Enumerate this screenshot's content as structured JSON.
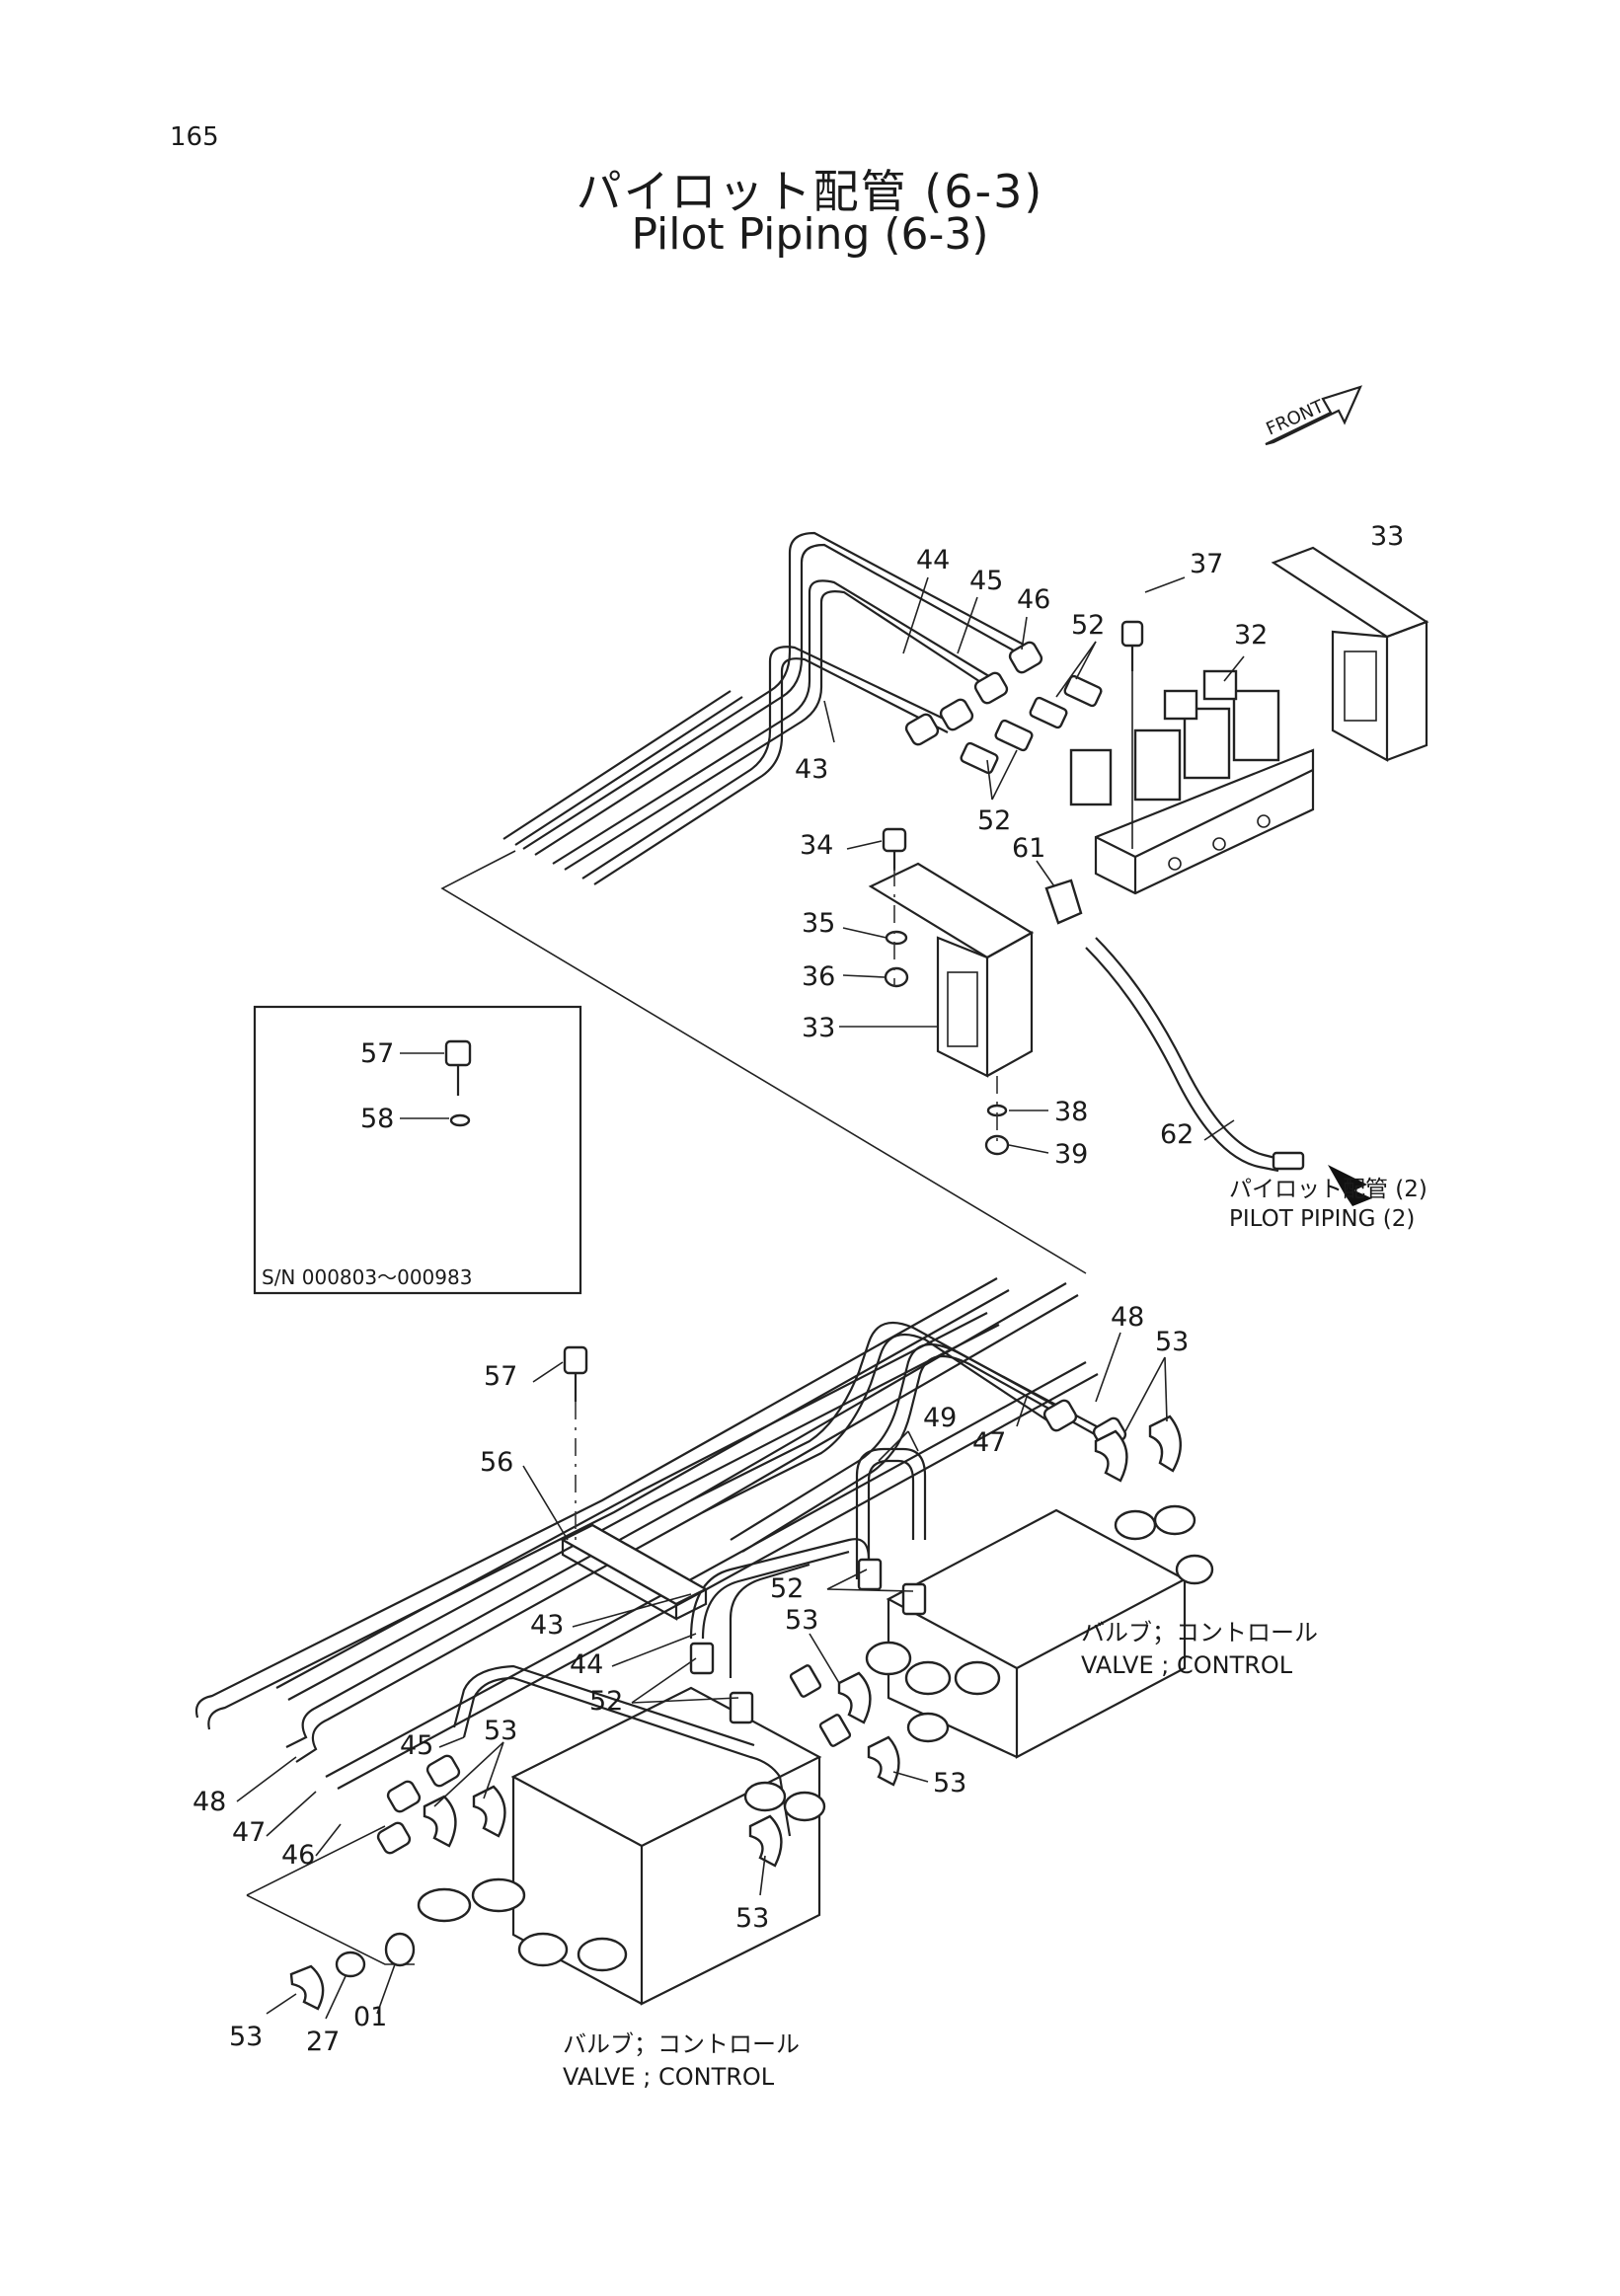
{
  "page_number": "165",
  "title_jp": "パイロット配管 (6-3)",
  "title_en": "Pilot Piping (6-3)",
  "front_badge": "FRONT",
  "destination": {
    "jp": "パイロット配管 (2)",
    "en": "PILOT PIPING (2)"
  },
  "inset": {
    "serial": "S/N  000803～000983",
    "labels": [
      "57",
      "58"
    ]
  },
  "valve_right": {
    "jp": "バルブ；コントロール",
    "en": "VALVE ; CONTROL"
  },
  "valve_bottom": {
    "jp": "バルブ；コントロール",
    "en": "VALVE ; CONTROL"
  },
  "callouts": [
    {
      "id": "c44a",
      "text": "44"
    },
    {
      "id": "c45a",
      "text": "45"
    },
    {
      "id": "c46a",
      "text": "46"
    },
    {
      "id": "c37",
      "text": "37"
    },
    {
      "id": "c33a",
      "text": "33"
    },
    {
      "id": "c52a",
      "text": "52"
    },
    {
      "id": "c32",
      "text": "32"
    },
    {
      "id": "c43a",
      "text": "43"
    },
    {
      "id": "c52b",
      "text": "52"
    },
    {
      "id": "c34",
      "text": "34"
    },
    {
      "id": "c61",
      "text": "61"
    },
    {
      "id": "c35",
      "text": "35"
    },
    {
      "id": "c36",
      "text": "36"
    },
    {
      "id": "c33b",
      "text": "33"
    },
    {
      "id": "c38",
      "text": "38"
    },
    {
      "id": "c62",
      "text": "62"
    },
    {
      "id": "c39",
      "text": "39"
    },
    {
      "id": "c48a",
      "text": "48"
    },
    {
      "id": "c53a",
      "text": "53"
    },
    {
      "id": "c57",
      "text": "57"
    },
    {
      "id": "c49",
      "text": "49"
    },
    {
      "id": "c47a",
      "text": "47"
    },
    {
      "id": "c56",
      "text": "56"
    },
    {
      "id": "c52c",
      "text": "52"
    },
    {
      "id": "c53b",
      "text": "53"
    },
    {
      "id": "c43b",
      "text": "43"
    },
    {
      "id": "c44b",
      "text": "44"
    },
    {
      "id": "c52d",
      "text": "52"
    },
    {
      "id": "c45b",
      "text": "45"
    },
    {
      "id": "c53c",
      "text": "53"
    },
    {
      "id": "c53d",
      "text": "53"
    },
    {
      "id": "c48b",
      "text": "48"
    },
    {
      "id": "c47b",
      "text": "47"
    },
    {
      "id": "c46b",
      "text": "46"
    },
    {
      "id": "c53e",
      "text": "53"
    },
    {
      "id": "c53f",
      "text": "53"
    },
    {
      "id": "c27",
      "text": "27"
    },
    {
      "id": "c01",
      "text": "01"
    }
  ]
}
